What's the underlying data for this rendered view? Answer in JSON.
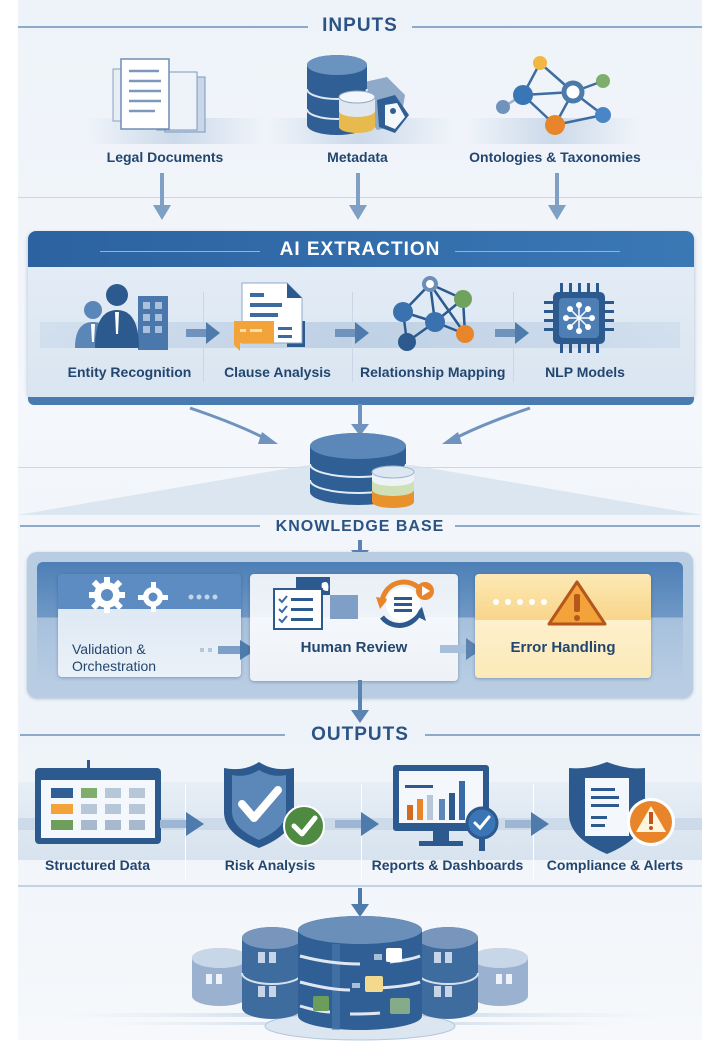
{
  "sections": {
    "inputs": {
      "title": "INPUTS",
      "items": [
        {
          "label": "Legal Documents",
          "icon": "documents-icon"
        },
        {
          "label": "Metadata",
          "icon": "database-tag-icon"
        },
        {
          "label": "Ontologies & Taxonomies",
          "icon": "network-graph-icon"
        }
      ]
    },
    "extraction": {
      "title": "AI EXTRACTION",
      "items": [
        {
          "label": "Entity Recognition",
          "icon": "people-building-icon"
        },
        {
          "label": "Clause Analysis",
          "icon": "clause-document-icon"
        },
        {
          "label": "Relationship Mapping",
          "icon": "relationship-graph-icon"
        },
        {
          "label": "NLP Models",
          "icon": "chip-icon"
        }
      ]
    },
    "knowledge_base": {
      "title": "KNOWLEDGE BASE",
      "icon": "database-icon"
    },
    "processing": {
      "items": [
        {
          "label_line1": "Validation &",
          "label_line2": "Orchestration",
          "icon": "gears-icon"
        },
        {
          "label": "Human Review",
          "icon": "review-checklist-icon"
        },
        {
          "label": "Error Handling",
          "icon": "warning-icon"
        }
      ]
    },
    "outputs": {
      "title": "OUTPUTS",
      "items": [
        {
          "label": "Structured Data",
          "icon": "table-icon"
        },
        {
          "label": "Risk Analysis",
          "icon": "shield-check-icon"
        },
        {
          "label": "Reports & Dashboards",
          "icon": "monitor-chart-icon"
        },
        {
          "label": "Compliance & Alerts",
          "icon": "shield-alert-icon"
        }
      ]
    },
    "storage": {
      "icon": "database-cluster-icon"
    }
  },
  "colors": {
    "primary": "#2c62a0",
    "navy": "#23466f",
    "orange": "#e8852a",
    "green": "#5c9a4f",
    "yellow": "#f2b642",
    "warning_bg": "#fbe3a4"
  }
}
